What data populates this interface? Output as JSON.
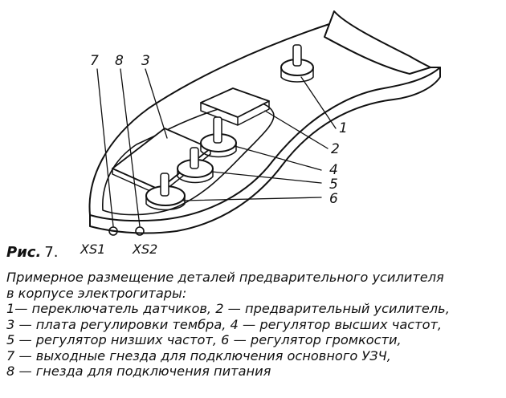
{
  "figure": {
    "labels": {
      "l1": "1",
      "l2": "2",
      "l3": "3",
      "l4": "4",
      "l5": "5",
      "l6": "6",
      "l7": "7",
      "l8": "8"
    },
    "connectors": {
      "xs1": "XS1",
      "xs2": "XS2"
    }
  },
  "caption": {
    "prefix": "Рис.",
    "number": "7.",
    "lines": [
      "Примерное размещение деталей предварительного усилителя",
      "в корпусе электрогитары:",
      "1— переключатель датчиков, 2 — предварительный усилитель,",
      "3 — плата регулировки тембра, 4 — регулятор высших частот,",
      "5 — регулятор низших частот, 6 — регулятор громкости,",
      "7 — выходные гнезда для подключения основного УЗЧ,",
      "8 — гнезда для подключения питания"
    ]
  }
}
